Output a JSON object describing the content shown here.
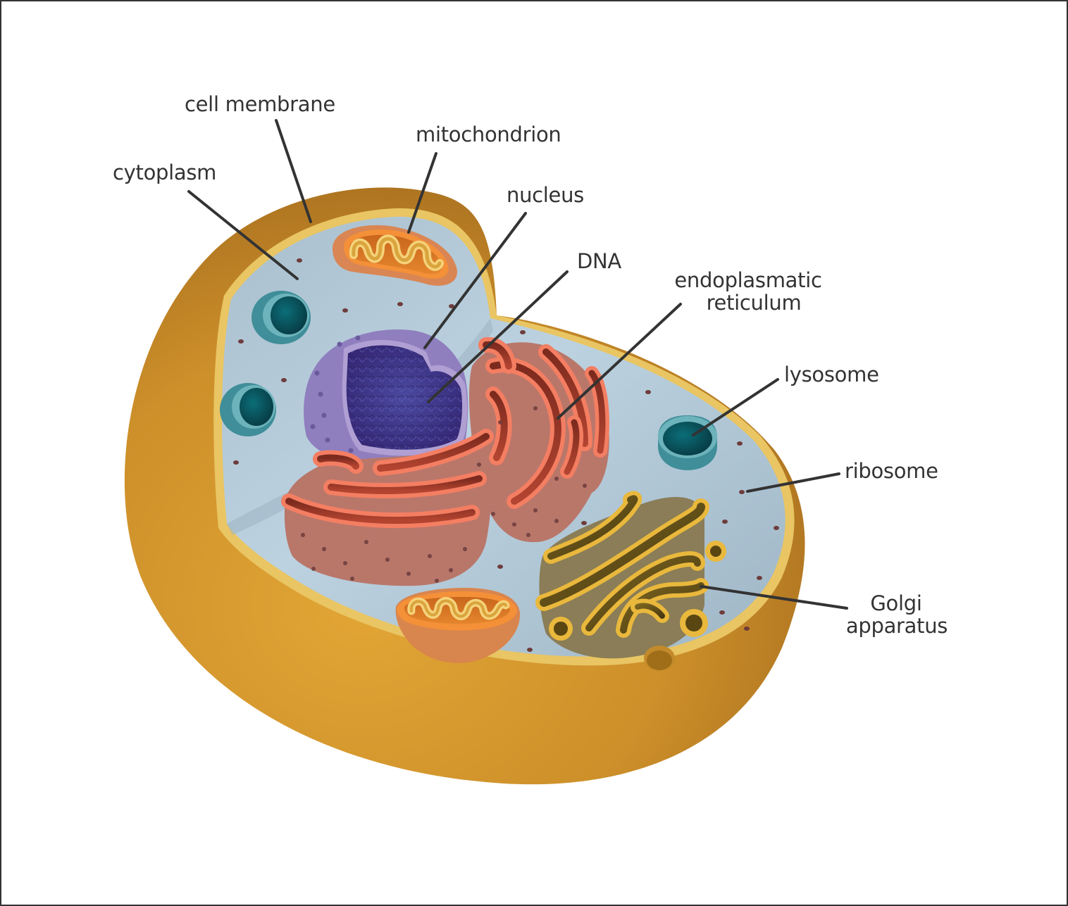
{
  "diagram": {
    "title": "Animal cell",
    "labels": [
      {
        "id": "cell-membrane",
        "lines": [
          "cell membrane"
        ]
      },
      {
        "id": "mitochondrion",
        "lines": [
          "mitochondrion"
        ]
      },
      {
        "id": "cytoplasm",
        "lines": [
          "cytoplasm"
        ]
      },
      {
        "id": "nucleus",
        "lines": [
          "nucleus"
        ]
      },
      {
        "id": "dna",
        "lines": [
          "DNA"
        ]
      },
      {
        "id": "endoplasmatic-reticulum",
        "lines": [
          "endoplasmatic",
          "reticulum"
        ]
      },
      {
        "id": "lysosome",
        "lines": [
          "lysosome"
        ]
      },
      {
        "id": "ribosome",
        "lines": [
          "ribosome"
        ]
      },
      {
        "id": "golgi-apparatus",
        "lines": [
          "Golgi",
          "apparatus"
        ]
      }
    ],
    "colors": {
      "outer_shell": "#c98a27",
      "membrane_rim": "#ecc96a",
      "cytoplasm": "#b9cfdd",
      "mitochondrion": "#f28a3a",
      "nucleus": "#8f7fbf",
      "dna": "#3d2f86",
      "er": "#f47e62",
      "lysosome": "#2f8e98",
      "golgi": "#e9b83c",
      "ribosome": "#6e3c3c",
      "text": "#333333"
    }
  }
}
